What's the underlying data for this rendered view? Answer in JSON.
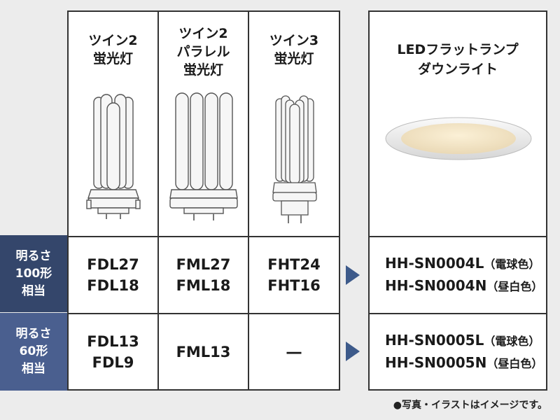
{
  "columns": [
    {
      "title_lines": [
        "ツイン2",
        "蛍光灯"
      ],
      "icon": "twin2-lamp-icon"
    },
    {
      "title_lines": [
        "ツイン2",
        "パラレル",
        "蛍光灯"
      ],
      "icon": "twin2-parallel-lamp-icon"
    },
    {
      "title_lines": [
        "ツイン3",
        "蛍光灯"
      ],
      "icon": "twin3-lamp-icon"
    }
  ],
  "replacement": {
    "title_lines": [
      "LEDフラットランプ",
      "ダウンライト"
    ],
    "icon": "downlight-icon"
  },
  "rows": [
    {
      "label_lines": [
        "明るさ",
        "100形",
        "相当"
      ],
      "cells": [
        [
          "FDL27",
          "FDL18"
        ],
        [
          "FML27",
          "FML18"
        ],
        [
          "FHT24",
          "FHT16"
        ]
      ],
      "models": [
        {
          "code": "HH-SN0004L",
          "color": "（電球色）"
        },
        {
          "code": "HH-SN0004N",
          "color": "（昼白色）"
        }
      ]
    },
    {
      "label_lines": [
        "明るさ",
        "60形",
        "相当"
      ],
      "cells": [
        [
          "FDL13",
          "FDL9"
        ],
        [
          "FML13"
        ],
        [
          "―"
        ]
      ],
      "models": [
        {
          "code": "HH-SN0005L",
          "color": "（電球色）"
        },
        {
          "code": "HH-SN0005N",
          "color": "（昼白色）"
        }
      ]
    }
  ],
  "footnote": "●写真・イラストはイメージです。",
  "colors": {
    "row1": "#34466b",
    "row2": "#4a5f8f",
    "arrow": "#3d5a8a",
    "border": "#333333"
  }
}
